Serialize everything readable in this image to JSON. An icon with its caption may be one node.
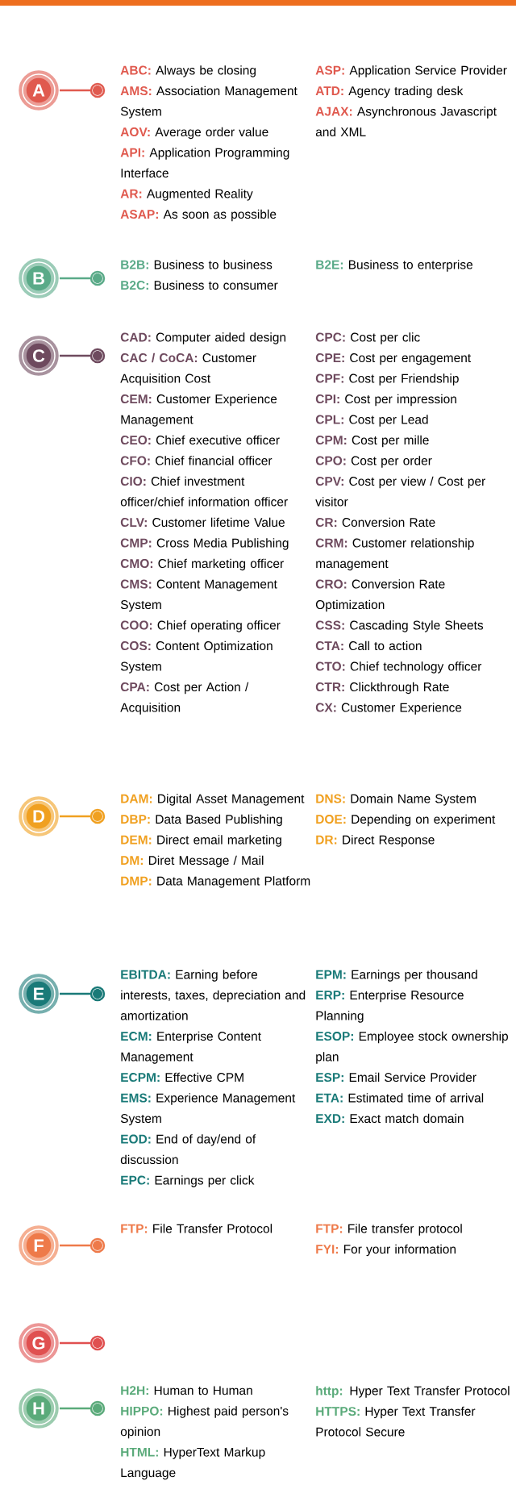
{
  "diagram": {
    "nodes": [
      {
        "text": [
          "A"
        ],
        "beside": [
          "**ABC:** Always be closing",
          "**AMS:** Association Management System",
          "**AOV:** Average order value",
          "**API:** Application Programming Interface",
          "**AR:** Augmented Reality",
          "**ASAP:** As soon as possible",
          "**ASP:** Application Service Provider",
          "**ATD:** Agency trading desk",
          "**AJAX:** Asynchronous Javascript and XML"
        ]
      },
      {
        "text": [
          "B"
        ],
        "beside": [
          "**B2B:** Business to business",
          "**B2C:** Business to consumer",
          "**B2E:** Business to enterprise"
        ]
      },
      {
        "text": [
          "C"
        ],
        "beside": [
          "**CAD:** Computer aided design",
          "**CAC / CoCA:** Customer Acquisition Cost",
          "**CEM:** Customer Experience Management",
          "**CEO:** Chief executive officer",
          "**CFO:** Chief financial officer",
          "**CIO:** Chief investment officer/chief information officer",
          "**CLV:** Customer lifetime Value",
          "**CMP:** Cross Media Publishing",
          "**CMO:** Chief marketing officer",
          "**CMS:** Content Management System",
          "**COO:** Chief operating officer",
          "**COS:** Content Optimization System",
          "**CPA:** Cost per Action / Acquisition",
          "**CPC:** Cost per clic",
          "**CPE:** Cost per engagement",
          "**CPF:** Cost per Friendship",
          "**CPI:** Cost per impression",
          "**CPL:** Cost per Lead",
          "**CPM:** Cost per mille",
          "**CPO:** Cost per order",
          "**CPV:** Cost per view / Cost per visitor",
          "**CR:** Conversion Rate",
          "**CRM:** Customer relationship management",
          "**CRO:** Conversion Rate Optimization",
          "**CSS:** Cascading Style Sheets",
          "**CTA:** Call to action",
          "**CTO:** Chief technology officer",
          "**CTR:** Clickthrough Rate",
          "**CX:** Customer Experience"
        ]
      },
      {
        "text": [
          "D"
        ],
        "beside": [
          "**DAM:** Digital Asset Management",
          "**DBP:** Data Based Publishing",
          "**DEM:** Direct email marketing",
          "**DM:** Diret Message / Mail",
          "**DMP:** Data Management Platform",
          "**DNS:** Domain Name System",
          "**DOE:** Depending on experiment",
          "**DR:** Direct Response"
        ]
      },
      {
        "text": [
          "E"
        ],
        "beside": [
          "**EBITDA:** Earning before interests, taxes, depreciation and amortization",
          "**ECM:** Enterprise Content Management",
          "**ECPM:** Effective CPM",
          "**EMS:** Experience Management System",
          "**EOD:** End of day/end of discussion",
          "**EPC:** Earnings per click",
          "**EPM:** Earnings per thousand",
          "**ERP:** Enterprise Resource Planning",
          "**ESOP:** Employee stock ownership plan",
          "**ESP:** Email Service Provider",
          "**ETA:** Estimated time of arrival",
          "**EXD:** Exact match domain"
        ]
      },
      {
        "text": [
          "F"
        ],
        "beside": [
          "**FTP:** File Transfer Protocol",
          "**FTP:** File transfer protocol",
          "**FYI:** For your information"
        ]
      },
      {
        "text": [
          "G"
        ]
      },
      {
        "text": [
          "H"
        ],
        "beside": [
          "**H2H:** Human to Human",
          "**HIPPO:** Highest paid person's opinion",
          "**HTML:** HyperText Markup Language",
          "**http:** Hyper Text Transfer Protocol",
          "**HTTPS:** Hyper Text Transfer Protocol Secure"
        ]
      }
    ]
  }
}
